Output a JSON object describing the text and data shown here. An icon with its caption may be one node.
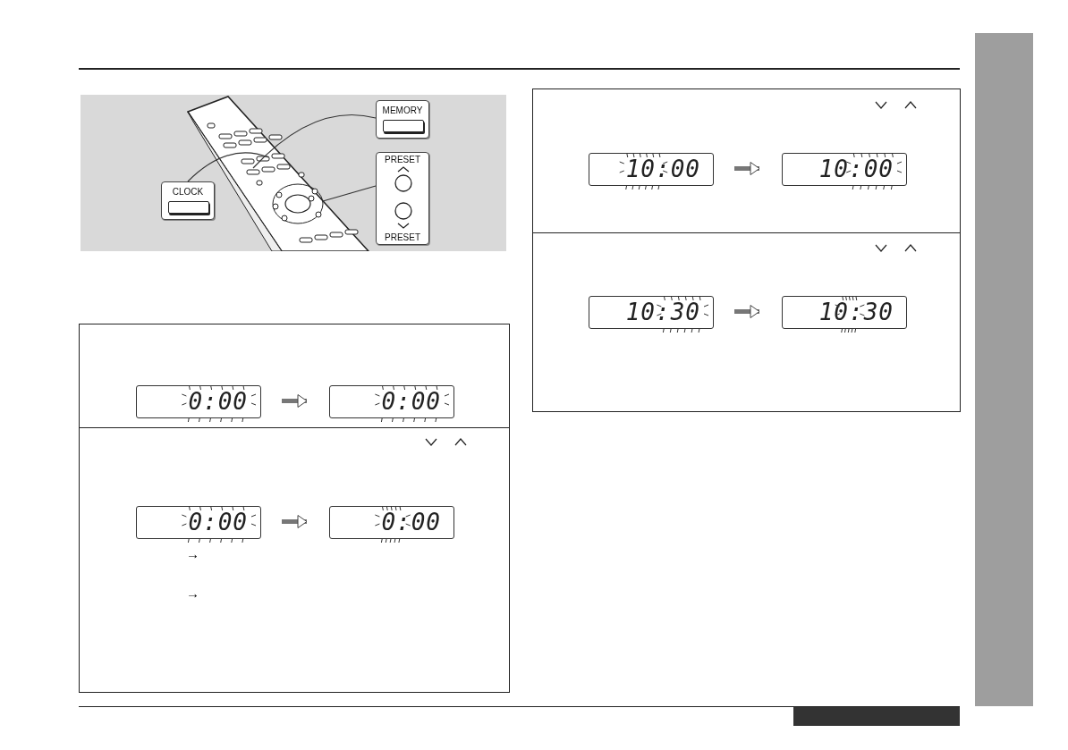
{
  "diagram": {
    "nodes": [
      {
        "text": [
          "CLOCK"
        ]
      },
      {
        "text": [
          "MEMORY"
        ]
      },
      {
        "text": [
          "PRESET",
          "PRESET"
        ]
      },
      {
        "text": [],
        "shape": "box"
      },
      {
        "text": [
          "0:00"
        ],
        "in": 3
      },
      {
        "text": [
          "0:00"
        ],
        "in": 3
      },
      {
        "text": [],
        "shape": "box"
      },
      {
        "text": [
          "0:00"
        ],
        "in": 6
      },
      {
        "text": [
          "0:00"
        ],
        "in": 6
      },
      {
        "text": [],
        "shape": "box"
      },
      {
        "text": [
          "10:00"
        ],
        "in": 9
      },
      {
        "text": [
          "10:00"
        ],
        "in": 9
      },
      {
        "text": [],
        "shape": "box"
      },
      {
        "text": [
          "10:30"
        ],
        "in": 12
      },
      {
        "text": [
          "10:30"
        ],
        "in": 12
      },
      {
        "text": [],
        "shape": "bar"
      },
      {
        "text": [],
        "shape": "picture"
      }
    ],
    "edges": [
      {
        "from": 0,
        "to": 16,
        "arrow": "none"
      },
      {
        "from": 1,
        "to": 16,
        "arrow": "none"
      },
      {
        "from": 2,
        "to": 16,
        "arrow": "none"
      },
      {
        "from": 4,
        "to": 5,
        "arrow": "to"
      },
      {
        "from": 7,
        "to": 8,
        "arrow": "to"
      },
      {
        "from": 10,
        "to": 11,
        "arrow": "to"
      },
      {
        "from": 13,
        "to": 14,
        "arrow": "to"
      }
    ],
    "labels": [
      "→",
      "→"
    ]
  }
}
